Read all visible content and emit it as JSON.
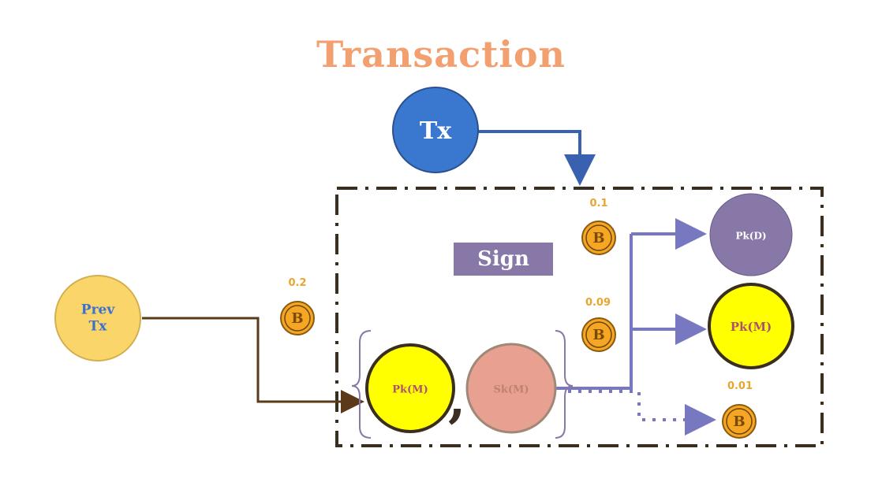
{
  "title": "Transaction",
  "tx_label": "Tx",
  "prev_tx_label": [
    "Prev",
    "Tx"
  ],
  "sign_label": "Sign",
  "pk_m_input": "Pk(M)",
  "sk_m": "Sk(M)",
  "pk_d": "Pk(D)",
  "pk_m_output": "Pk(M)",
  "amounts": {
    "input": "0.2",
    "output_d": "0.1",
    "output_m": "0.09",
    "fee": "0.01"
  },
  "comma": ",",
  "coin_symbol": "B",
  "colors": {
    "title": "#F2A070",
    "tx": "#3A78D0",
    "prev_tx": "#FAD56A",
    "pk": "#FFFF00",
    "sk": "#E8A090",
    "pk_d": "#8878A8",
    "coin": "#F5A623",
    "arrow_dark": "#5A3A18",
    "arrow_purple": "#7878C0"
  }
}
